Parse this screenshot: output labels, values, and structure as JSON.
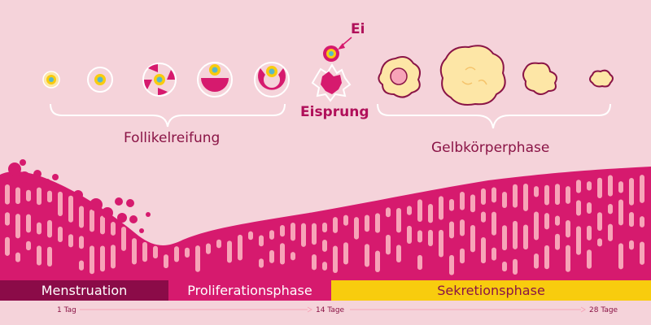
{
  "labels": {
    "follikelreifung": "Follikelreifung",
    "gelbkoerperphase": "Gelbkörperphase",
    "eisprung": "Eisprung",
    "ei": "Ei"
  },
  "phases": {
    "menstruation": "Menstruation",
    "proliferation": "Proliferationsphase",
    "sekretion": "Sekretionsphase"
  },
  "timeline": {
    "day1": "1 Tag",
    "day14": "14 Tage",
    "day28": "28 Tage"
  },
  "colors": {
    "background": "#f5d3da",
    "magenta": "#d61a6e",
    "dark_magenta": "#8b0b48",
    "pink_light": "#f7a4b8",
    "yellow": "#f8cc0e",
    "cream": "#fde6a6",
    "text": "#8a1446"
  }
}
